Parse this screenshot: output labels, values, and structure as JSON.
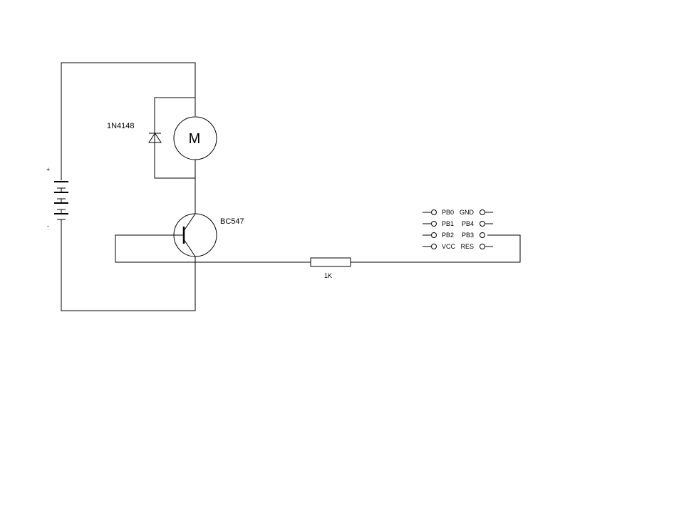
{
  "labels": {
    "diode": "1N4148",
    "motor": "M",
    "transistor": "BC547",
    "resistor": "1K",
    "battery_plus": "+",
    "battery_minus": "-"
  },
  "header_pins": {
    "left": [
      "PB0",
      "PB1",
      "PB2",
      "VCC"
    ],
    "right": [
      "GND",
      "PB4",
      "PB3",
      "RES"
    ]
  }
}
